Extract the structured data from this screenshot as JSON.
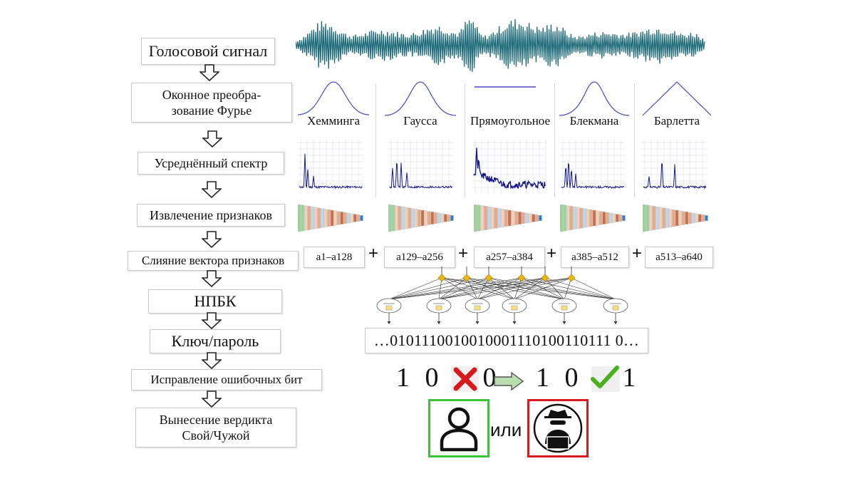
{
  "steps": [
    "Голосовой сигнал",
    "Оконное преобра-\nзование Фурье",
    "Усреднённый спектр",
    "Извлечение признаков",
    "Слияние вектора признаков",
    "НПБК",
    "Ключ/пароль",
    "Исправление ошибочных бит",
    "Вынесение вердикта\nСвой/Чужой"
  ],
  "windows": [
    "Хемминга",
    "Гаусса",
    "Прямоугольное",
    "Блекмана",
    "Барлетта"
  ],
  "feature_ranges": [
    "a1–a128",
    "a129–a256",
    "a257–a384",
    "a385–a512",
    "a513–a640"
  ],
  "plus_sign": "+",
  "bitstring": "…0101110010010001110100110111 0…",
  "bit_before": "1 0 1 0",
  "bit_after": "1 0 1 1",
  "or_label": "или",
  "colors": {
    "wave": "#1f6b7a",
    "window_curve": "#4a4ac8",
    "spectrum": "#1a1a8a",
    "ok_green": "#39c43a",
    "bad_red": "#d8191e",
    "node_diamond": "#f2b705"
  },
  "icons": [
    "down-arrow-icon",
    "cross-icon",
    "check-icon",
    "right-arrow-icon",
    "user-icon",
    "hacker-icon"
  ]
}
